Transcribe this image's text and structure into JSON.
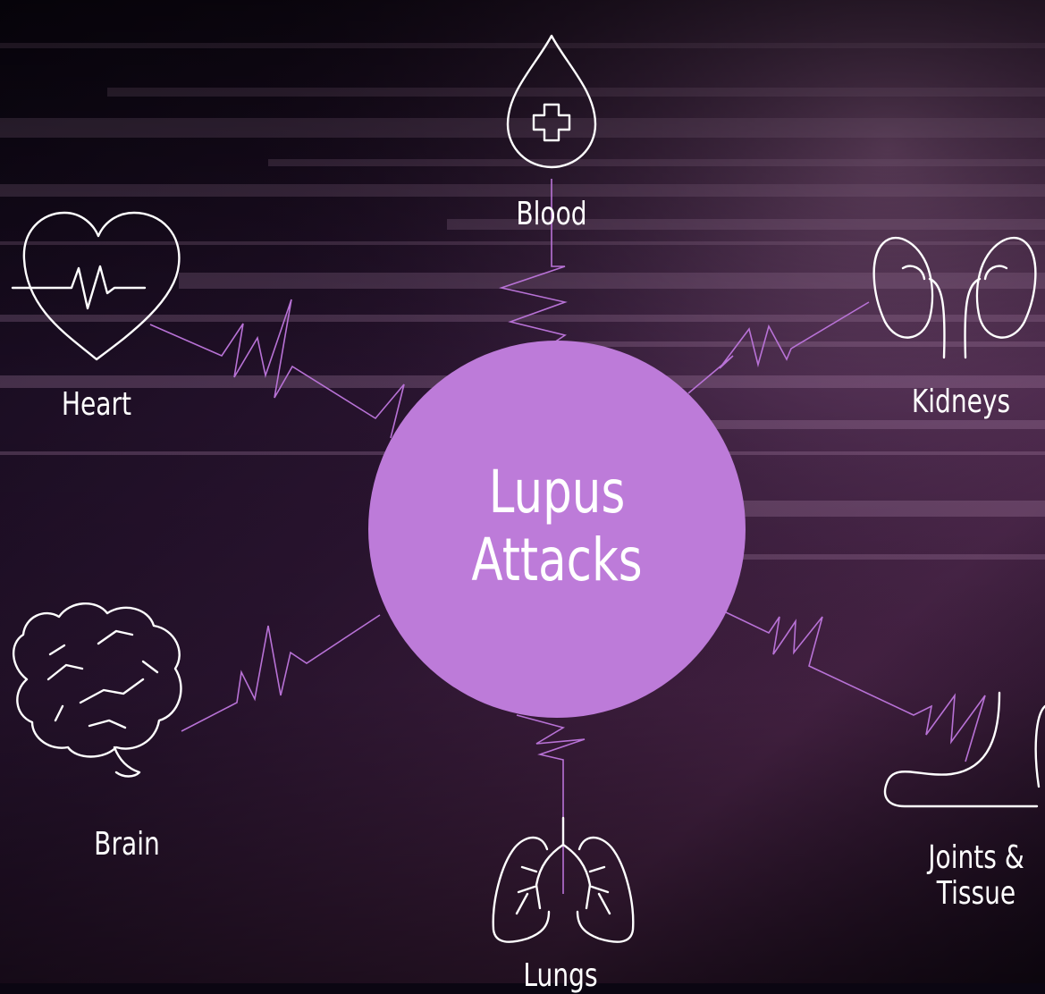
{
  "center": {
    "line1": "Lupus",
    "line2": "Attacks"
  },
  "organs": {
    "blood": "Blood",
    "heart": "Heart",
    "kidneys": "Kidneys",
    "brain": "Brain",
    "joints_line1": "Joints &",
    "joints_line2": "Tissue",
    "lungs": "Lungs"
  },
  "colors": {
    "background": "#0b0612",
    "center_fill": "#bd7bd9",
    "connector": "#b872d6",
    "icon_stroke": "#ffffff"
  },
  "icons": [
    "blood-drop-icon",
    "heart-icon",
    "kidneys-icon",
    "brain-icon",
    "foot-icon",
    "lungs-icon"
  ]
}
